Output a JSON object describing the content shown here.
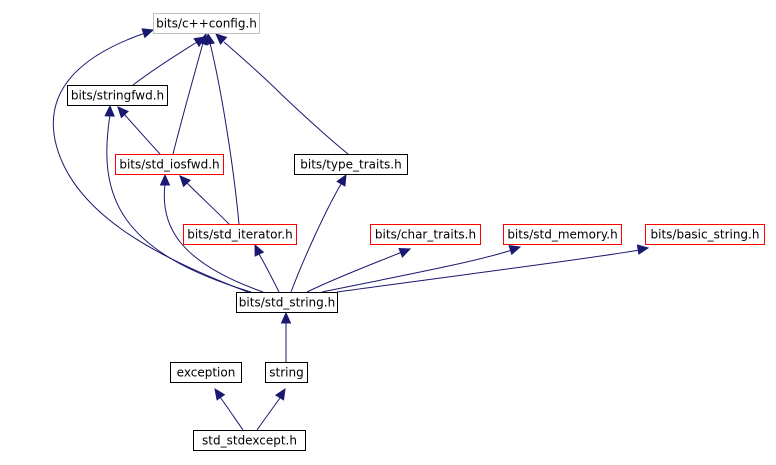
{
  "colors": {
    "edge": "#191970",
    "border_documented": "#000000",
    "border_undocumented": "#ff0000",
    "border_external": "#bfbfbf",
    "selected_fill": "#000000",
    "selected_text": "#ffffff"
  },
  "nodes": [
    {
      "id": "cpp_config",
      "label": "bits/c++config.h",
      "kind": "external"
    },
    {
      "id": "stringfwd",
      "label": "bits/stringfwd.h",
      "kind": "documented"
    },
    {
      "id": "std_iosfwd",
      "label": "bits/std_iosfwd.h",
      "kind": "undocumented"
    },
    {
      "id": "type_traits",
      "label": "bits/type_traits.h",
      "kind": "documented"
    },
    {
      "id": "std_iterator",
      "label": "bits/std_iterator.h",
      "kind": "undocumented"
    },
    {
      "id": "char_traits",
      "label": "bits/char_traits.h",
      "kind": "undocumented"
    },
    {
      "id": "std_memory",
      "label": "bits/std_memory.h",
      "kind": "undocumented"
    },
    {
      "id": "basic_string",
      "label": "bits/basic_string.h",
      "kind": "undocumented"
    },
    {
      "id": "std_string",
      "label": "bits/std_string.h",
      "kind": "documented"
    },
    {
      "id": "exception",
      "label": "exception",
      "kind": "documented"
    },
    {
      "id": "string",
      "label": "string",
      "kind": "documented"
    },
    {
      "id": "std_stdexcept",
      "label": "std_stdexcept.h",
      "kind": "selected"
    }
  ],
  "edges": [
    {
      "from": "stringfwd",
      "to": "cpp_config"
    },
    {
      "from": "std_iosfwd",
      "to": "cpp_config"
    },
    {
      "from": "std_iterator",
      "to": "cpp_config"
    },
    {
      "from": "type_traits",
      "to": "cpp_config"
    },
    {
      "from": "std_string",
      "to": "cpp_config"
    },
    {
      "from": "std_iosfwd",
      "to": "stringfwd"
    },
    {
      "from": "std_iterator",
      "to": "std_iosfwd"
    },
    {
      "from": "std_string",
      "to": "stringfwd"
    },
    {
      "from": "std_string",
      "to": "std_iosfwd"
    },
    {
      "from": "std_string",
      "to": "std_iterator"
    },
    {
      "from": "std_string",
      "to": "type_traits"
    },
    {
      "from": "std_string",
      "to": "char_traits"
    },
    {
      "from": "std_string",
      "to": "std_memory"
    },
    {
      "from": "std_string",
      "to": "basic_string"
    },
    {
      "from": "string",
      "to": "std_string"
    },
    {
      "from": "std_stdexcept",
      "to": "exception"
    },
    {
      "from": "std_stdexcept",
      "to": "string"
    }
  ]
}
